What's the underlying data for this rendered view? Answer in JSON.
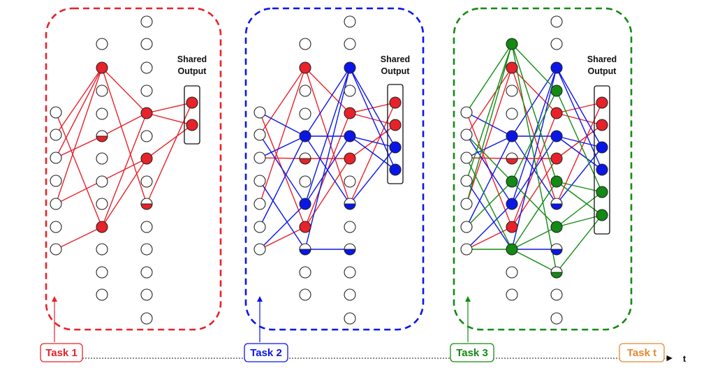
{
  "colors": {
    "red": "#e8222a",
    "blue": "#0a16e8",
    "green": "#138a13",
    "orange": "#e3892f",
    "black": "#111111"
  },
  "panels": [
    {
      "id": "task1",
      "color": "red",
      "label": "Task 1",
      "shared_label_1": "Shared",
      "shared_label_2": "Output",
      "output_colors": [
        "red",
        "red"
      ]
    },
    {
      "id": "task2",
      "color": "blue",
      "label": "Task 2",
      "shared_label_1": "Shared",
      "shared_label_2": "Output",
      "output_colors": [
        "red",
        "red",
        "blue",
        "blue"
      ]
    },
    {
      "id": "task3",
      "color": "green",
      "label": "Task 3",
      "shared_label_1": "Shared",
      "shared_label_2": "Output",
      "output_colors": [
        "red",
        "red",
        "blue",
        "blue",
        "green",
        "green"
      ]
    }
  ],
  "timeline": {
    "future_label": "Task t",
    "axis_label": "t"
  }
}
